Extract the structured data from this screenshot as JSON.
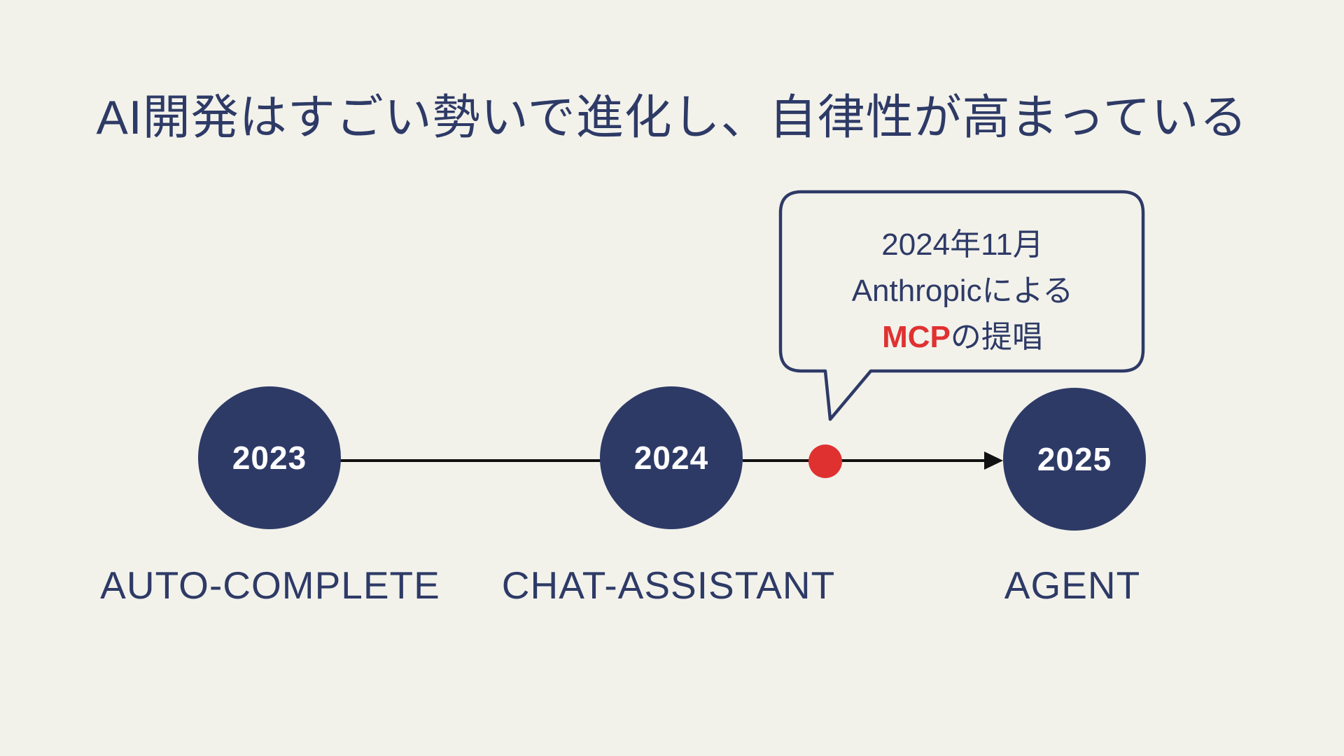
{
  "slide": {
    "title": "AI開発はすごい勢いで進化し、自律性が高まっている"
  },
  "colors": {
    "background": "#f2f2eb",
    "navy": "#2e3a66",
    "red": "#e03131",
    "line": "#111111",
    "year_text": "#ffffff"
  },
  "timeline": {
    "nodes": [
      {
        "year": "2023",
        "label": "AUTO-COMPLETE"
      },
      {
        "year": "2024",
        "label": "CHAT-ASSISTANT"
      },
      {
        "year": "2025",
        "label": "AGENT"
      }
    ],
    "marker": {
      "description": "red-event-dot"
    }
  },
  "callout": {
    "line1": "2024年11月",
    "line2": "Anthropicによる",
    "highlight": "MCP",
    "line3_rest": "の提唱"
  }
}
